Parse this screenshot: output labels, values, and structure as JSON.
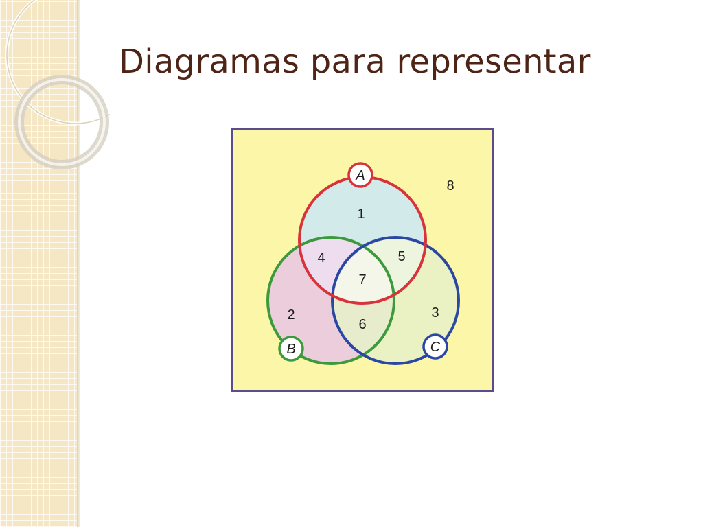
{
  "slide": {
    "title": "Diagramas para representar"
  },
  "venn": {
    "sets": [
      {
        "label": "A",
        "color": "#d8333a",
        "fill": "#cdeaf1"
      },
      {
        "label": "B",
        "color": "#3c9a3c",
        "fill": "#e9c6e5"
      },
      {
        "label": "C",
        "color": "#2a47a3",
        "fill": "#e6f1c9"
      }
    ],
    "regions": {
      "only_a": "1",
      "only_b": "2",
      "only_c": "3",
      "a_and_b": "4",
      "a_and_c": "5",
      "b_and_c": "6",
      "a_b_c": "7",
      "outside": "8"
    },
    "background_color": "#fbf6a8",
    "border_color": "#5b4c8e"
  },
  "theme": {
    "title_color": "#4e2416",
    "strip_color": "#f6e7c4"
  }
}
